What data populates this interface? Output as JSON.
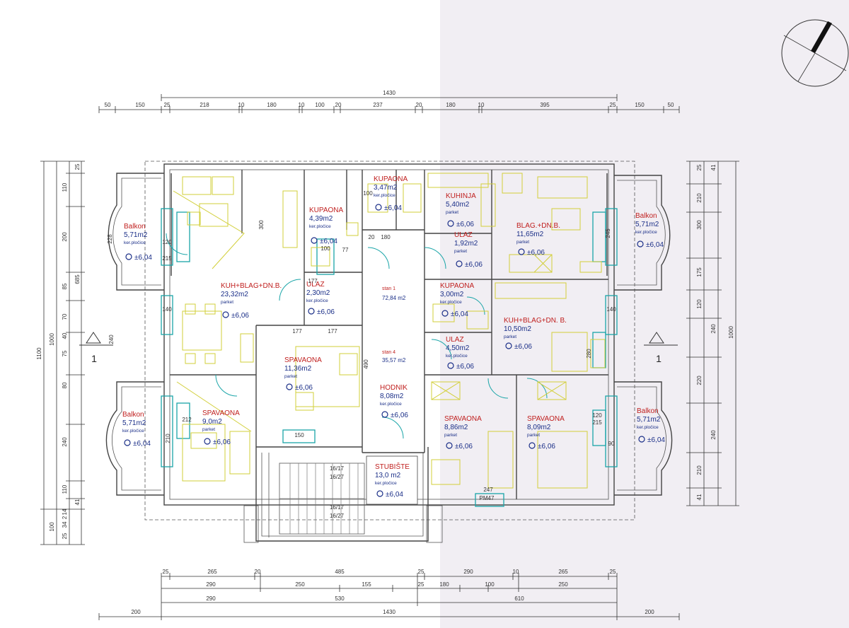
{
  "north_arrow": {
    "icon": "north-arrow-icon"
  },
  "section_markers": {
    "left": "1",
    "right": "1"
  },
  "dims_top": {
    "overall": "1430",
    "segments": [
      "50",
      "150",
      "25",
      "218",
      "10",
      "180",
      "10",
      "100",
      "20",
      "237",
      "20",
      "180",
      "10",
      "395",
      "25",
      "150",
      "50"
    ]
  },
  "dims_bottom": {
    "row1": [
      "25",
      "265",
      "20",
      "485",
      "25",
      "290",
      "10",
      "265",
      "25"
    ],
    "row2": [
      "290",
      "250",
      "155",
      "25",
      "180",
      "100",
      "250"
    ],
    "row3": [
      "290",
      "530",
      "610"
    ],
    "row4": [
      "200",
      "1430",
      "200"
    ]
  },
  "dims_left": {
    "col_a": "1100",
    "col_b": "1000",
    "col_c": [
      "25",
      "110",
      "200",
      "685",
      "85",
      "70",
      "40",
      "75",
      "80",
      "240",
      "110",
      "41"
    ],
    "col_d": [
      "100",
      "25",
      "34",
      "2",
      "14"
    ]
  },
  "dims_right": {
    "col_a": "1000",
    "col_c": [
      "25",
      "41",
      "210",
      "300",
      "175",
      "120",
      "240",
      "220",
      "240",
      "210",
      "41"
    ]
  },
  "rooms": [
    {
      "id": "balkon-tl",
      "name": "Balkon",
      "area": "5,71m2",
      "floor": "ker.pločice",
      "level": "±6,04"
    },
    {
      "id": "kuh-left",
      "name": "KUH+BLAG+DN.B.",
      "area": "23,32m2",
      "floor": "parket",
      "level": "±6,06"
    },
    {
      "id": "kupaona-left",
      "name": "KUPAONA",
      "area": "4,39m2",
      "floor": "ker.pločice",
      "level": "±6,04"
    },
    {
      "id": "kupaona-top",
      "name": "KUPAONA",
      "area": "3,47m2",
      "floor": "ker.pločice",
      "level": "±6,04"
    },
    {
      "id": "kuhinja",
      "name": "KUHINJA",
      "area": "5,40m2",
      "floor": "parket",
      "level": "±6,06"
    },
    {
      "id": "blag-dnb",
      "name": "BLAG.+DN.B.",
      "area": "11,65m2",
      "floor": "parket",
      "level": "±6,06"
    },
    {
      "id": "balkon-tr",
      "name": "Balkon",
      "area": "5,71m2",
      "floor": "ker.pločice",
      "level": "±6,04"
    },
    {
      "id": "ulaz-center",
      "name": "ULAZ",
      "area": "1,92m2",
      "floor": "parket",
      "level": "±6,06"
    },
    {
      "id": "ulaz-left",
      "name": "ULAZ",
      "area": "2,30m2",
      "floor": "ker.pločice",
      "level": "±6,06"
    },
    {
      "id": "stan1",
      "name": "stan 1",
      "area": "72,84 m2",
      "floor": "",
      "level": ""
    },
    {
      "id": "kupaona-right",
      "name": "KUPAONA",
      "area": "3,00m2",
      "floor": "ker.pločice",
      "level": "±6,04"
    },
    {
      "id": "kuh-right",
      "name": "KUH+BLAG+DN. B.",
      "area": "10,50m2",
      "floor": "parket",
      "level": "±6,06"
    },
    {
      "id": "spavaona-center",
      "name": "SPAVAONA",
      "area": "11,36m2",
      "floor": "parket",
      "level": "±6,06"
    },
    {
      "id": "stan4",
      "name": "stan 4",
      "area": "35,57 m2",
      "floor": "",
      "level": ""
    },
    {
      "id": "ulaz-right",
      "name": "ULAZ",
      "area": "4,50m2",
      "floor": "ker.pločice",
      "level": "±6,06"
    },
    {
      "id": "balkon-bl",
      "name": "Balkon",
      "area": "5,71m2",
      "floor": "ker.pločice",
      "level": "±6,04"
    },
    {
      "id": "spavaona-left",
      "name": "SPAVAONA",
      "area": "9,0m2",
      "floor": "parket",
      "level": "±6,06"
    },
    {
      "id": "hodnik",
      "name": "HODNIK",
      "area": "8,08m2",
      "floor": "ker.pločice",
      "level": "±6,06"
    },
    {
      "id": "spavaona-r1",
      "name": "SPAVAONA",
      "area": "8,86m2",
      "floor": "parket",
      "level": "±6,06"
    },
    {
      "id": "spavaona-r2",
      "name": "SPAVAONA",
      "area": "8,09m2",
      "floor": "parket",
      "level": "±6,06"
    },
    {
      "id": "balkon-br",
      "name": "Balkon",
      "area": "5,71m2",
      "floor": "ker.pločice",
      "level": "±6,04"
    },
    {
      "id": "stubiste",
      "name": "STUBIŠTE",
      "area": "13,0 m2",
      "floor": "ker.pločice",
      "level": "±6,04"
    }
  ],
  "misc_labels": {
    "w_300": "300",
    "w_100a": "100",
    "w_100b": "100",
    "w_177a": "177",
    "w_177b": "177",
    "w_177c": "177",
    "w_240": "240",
    "w_20": "20",
    "w_180": "180",
    "w_490": "490",
    "w_77": "77",
    "w_120": "120",
    "w_215": "215",
    "w_140": "140",
    "w_210": "210",
    "w_280": "280",
    "w_228": "228",
    "w_245": "245",
    "win_140": "140",
    "win_120": "120",
    "win_215": "215",
    "win_212": "212",
    "win_90": "90",
    "win_247": "247",
    "win_150": "150",
    "st_1": "16/17",
    "st_2": "16/27",
    "st_3": "16/17",
    "st_4": "16/27",
    "pm47": "PM47"
  }
}
